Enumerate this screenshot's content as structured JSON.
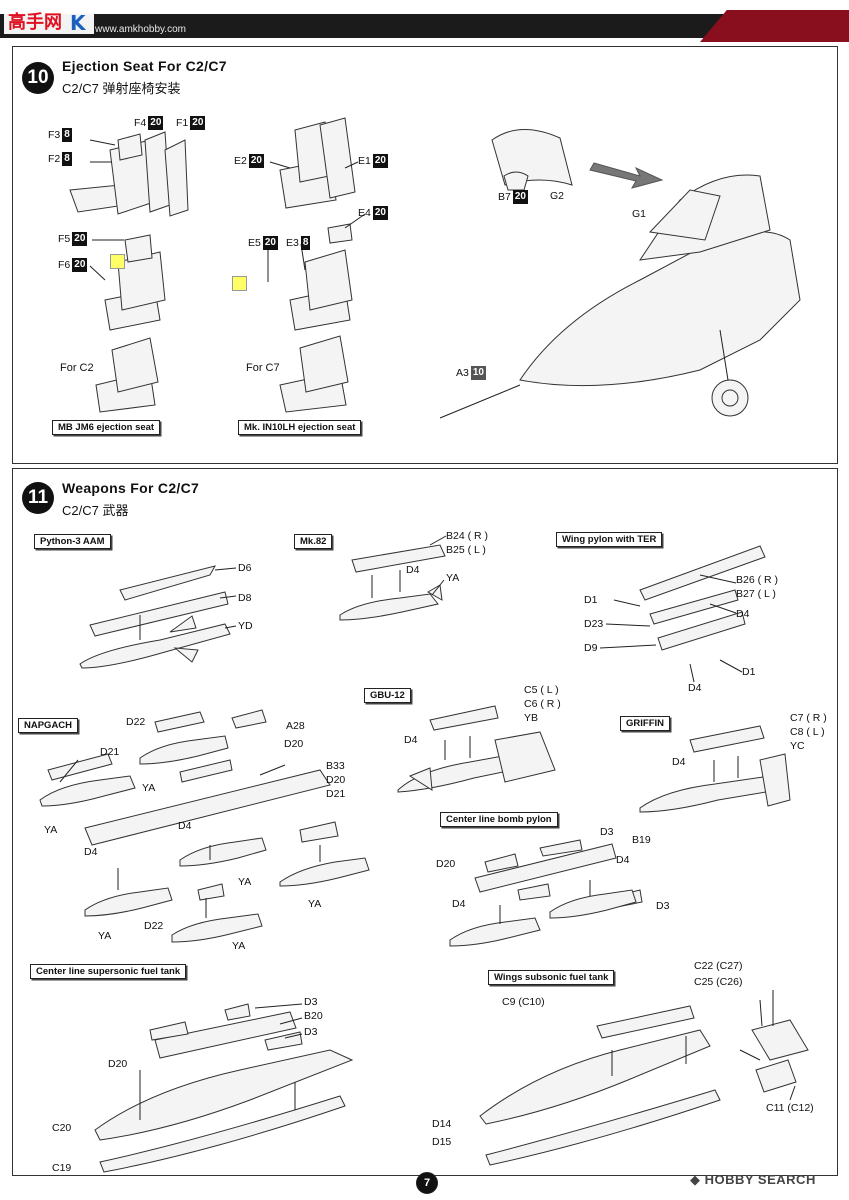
{
  "header": {
    "logo_text": "高手网",
    "brand_url": "www.amkhobby.com",
    "brand_color": "#8a0f1e"
  },
  "step10": {
    "number": "10",
    "title": "Ejection Seat For C2/C7",
    "subtitle": "C2/C7 弹射座椅安装",
    "for_c2": "For C2",
    "for_c7": "For C7",
    "box_c2": "MB JM6 ejection seat",
    "box_c7": "Mk. IN10LH ejection seat",
    "parts": {
      "F3": "F3",
      "F3q": "8",
      "F4": "F4",
      "F4q": "20",
      "F1": "F1",
      "F1q": "20",
      "F2": "F2",
      "F2q": "8",
      "F5": "F5",
      "F5q": "20",
      "F6": "F6",
      "F6q": "20",
      "E2": "E2",
      "E2q": "20",
      "E1": "E1",
      "E1q": "20",
      "E4": "E4",
      "E4q": "20",
      "E5": "E5",
      "E5q": "20",
      "E3": "E3",
      "E3q": "8",
      "B7": "B7",
      "B7q": "20",
      "G2": "G2",
      "G1": "G1",
      "A3": "A3",
      "A3q": "10"
    }
  },
  "step11": {
    "number": "11",
    "title": "Weapons For C2/C7",
    "subtitle": "C2/C7 武器",
    "groups": {
      "python": "Python-3 AAM",
      "mk82": "Mk.82",
      "ter": "Wing pylon with TER",
      "napgach": "NAPGACH",
      "gbu12": "GBU-12",
      "griffin": "GRIFFIN",
      "centerpylon": "Center line bomb pylon",
      "centertank": "Center line supersonic fuel tank",
      "wingtank": "Wings subsonic fuel tank"
    },
    "labels": {
      "D6": "D6",
      "D8": "D8",
      "YD": "YD",
      "B24": "B24 ( R )",
      "B25": "B25 ( L )",
      "D4a": "D4",
      "YAa": "YA",
      "B26": "B26 ( R )",
      "B27": "B27 ( L )",
      "D1a": "D1",
      "D23": "D23",
      "D4b": "D4",
      "D9": "D9",
      "D4c": "D4",
      "D1b": "D1",
      "D22a": "D22",
      "A28": "A28",
      "D20a": "D20",
      "D21a": "D21",
      "B33": "B33",
      "D20b": "D20",
      "D21b": "D21",
      "YAb": "YA",
      "YAc": "YA",
      "D4d": "D4",
      "D4e": "D4",
      "YAd": "YA",
      "YAe": "YA",
      "D22b": "D22",
      "YAf": "YA",
      "YAg": "YA",
      "C5": "C5 ( L )",
      "C6": "C6 ( R )",
      "YB": "YB",
      "D4f": "D4",
      "C7": "C7 ( R )",
      "C8": "C8 ( L )",
      "YC": "YC",
      "D4g": "D4",
      "D3a": "D3",
      "B19": "B19",
      "D20c": "D20",
      "D4h": "D4",
      "D4i": "D4",
      "D3b": "D3",
      "D3c": "D3",
      "B20": "B20",
      "D3d": "D3",
      "D20d": "D20",
      "C20": "C20",
      "C19": "C19",
      "C22": "C22 (C27)",
      "C25": "C25 (C26)",
      "C9": "C9 (C10)",
      "C11": "C11 (C12)",
      "D14": "D14",
      "D15": "D15"
    }
  },
  "footer": {
    "page": "7",
    "watermark": "HOBBY SEARCH"
  }
}
